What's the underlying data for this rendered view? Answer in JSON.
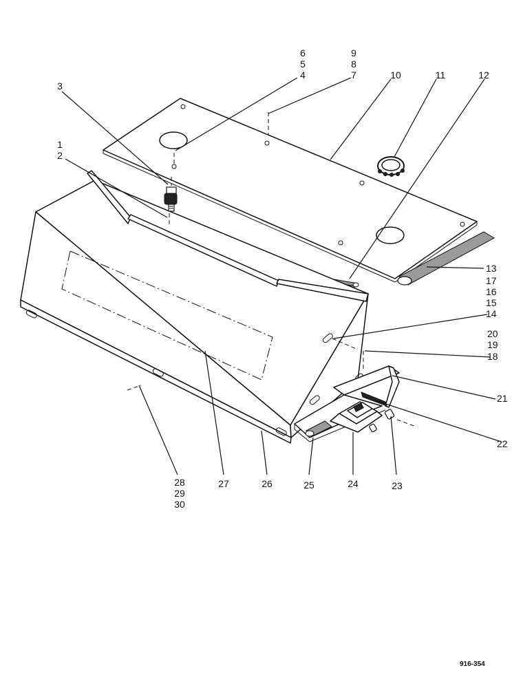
{
  "labels": {
    "l1": "1",
    "l2": "2",
    "l3": "3",
    "l4": "4",
    "l5": "5",
    "l6": "6",
    "l7": "7",
    "l8": "8",
    "l9": "9",
    "l10": "10",
    "l11": "11",
    "l12": "12",
    "l13": "13",
    "l14": "14",
    "l15": "15",
    "l16": "16",
    "l17": "17",
    "l18": "18",
    "l19": "19",
    "l20": "20",
    "l21": "21",
    "l22": "22",
    "l23": "23",
    "l24": "24",
    "l25": "25",
    "l26": "26",
    "l27": "27",
    "l28": "28",
    "l29": "29",
    "l30": "30"
  },
  "drawing_code": "916-354"
}
